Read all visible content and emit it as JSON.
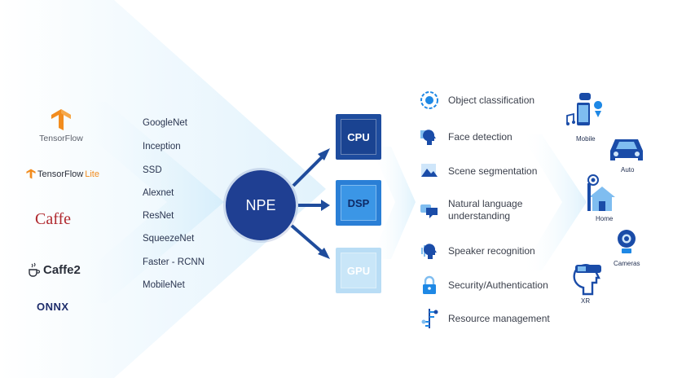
{
  "frameworks": {
    "tensorflow": "TensorFlow",
    "tensorflow_lite": [
      "TensorFlow",
      "Lite"
    ],
    "caffe": "Caffe",
    "caffe2": [
      "Caffe",
      "2"
    ],
    "onnx": "ONNX"
  },
  "models": [
    "GoogleNet",
    "Inception",
    "SSD",
    "Alexnet",
    "ResNet",
    "SqueezeNet",
    "Faster - RCNN",
    "MobileNet"
  ],
  "engine": "NPE",
  "processors": [
    "CPU",
    "DSP",
    "GPU"
  ],
  "tasks": [
    {
      "label": "Object classification",
      "icon": "object-classification-icon"
    },
    {
      "label": "Face detection",
      "icon": "face-detection-icon"
    },
    {
      "label": "Scene segmentation",
      "icon": "scene-segmentation-icon"
    },
    {
      "label": "Natural language understanding",
      "icon": "chat-bubble-icon"
    },
    {
      "label": "Speaker recognition",
      "icon": "speaker-recognition-icon"
    },
    {
      "label": "Security/Authentication",
      "icon": "lock-icon"
    },
    {
      "label": "Resource management",
      "icon": "resource-management-icon"
    }
  ],
  "devices": [
    "Mobile",
    "Auto",
    "Home",
    "Cameras",
    "XR"
  ],
  "colors": {
    "navy": "#1f3f92",
    "blue": "#2a7fd6",
    "light_blue": "#b9ddf5",
    "icon_blue": "#1e88e5",
    "tf_orange": "#f28c1e",
    "caffe_red": "#b0282e"
  }
}
